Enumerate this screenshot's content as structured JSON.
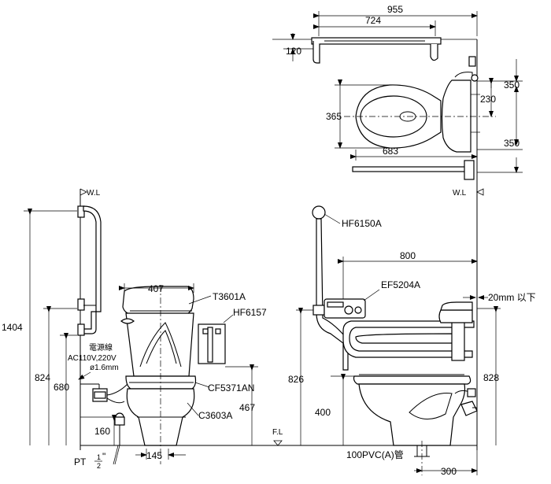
{
  "dims": {
    "total_width": "955",
    "rail_span": "724",
    "wall_gap": "120",
    "plan_350_top": "350",
    "plan_230": "230",
    "plan_350_bottom": "350",
    "bowl_width": "365",
    "plan_683": "683",
    "wl_plan": "W.L",
    "wl_left": "W.L",
    "grab_height": "1404",
    "left_824": "824",
    "left_680": "680",
    "left_160": "160",
    "tank_width": "407",
    "outlet_145": "145",
    "hf_plate_467": "467",
    "right_826": "826",
    "rail_800": "800",
    "seat_400": "400",
    "right_828": "828",
    "right_300": "300",
    "fl": "F.L"
  },
  "labels": {
    "t3601a": "T3601A",
    "hf6157": "HF6157",
    "power_cord": "電源線",
    "voltage": "AC110V,220V",
    "wire": "ø1.6mm",
    "cf5371an": "CF5371AN",
    "c3603a": "C3603A",
    "hf6150a": "HF6150A",
    "ef5204a": "EF5204A",
    "gap_20mm": "20mm 以下",
    "pt_prefix": "PT",
    "pt_num": "1",
    "pt_den": "2",
    "pt_suffix": "\"",
    "pipe": "100PVC(A)管"
  }
}
